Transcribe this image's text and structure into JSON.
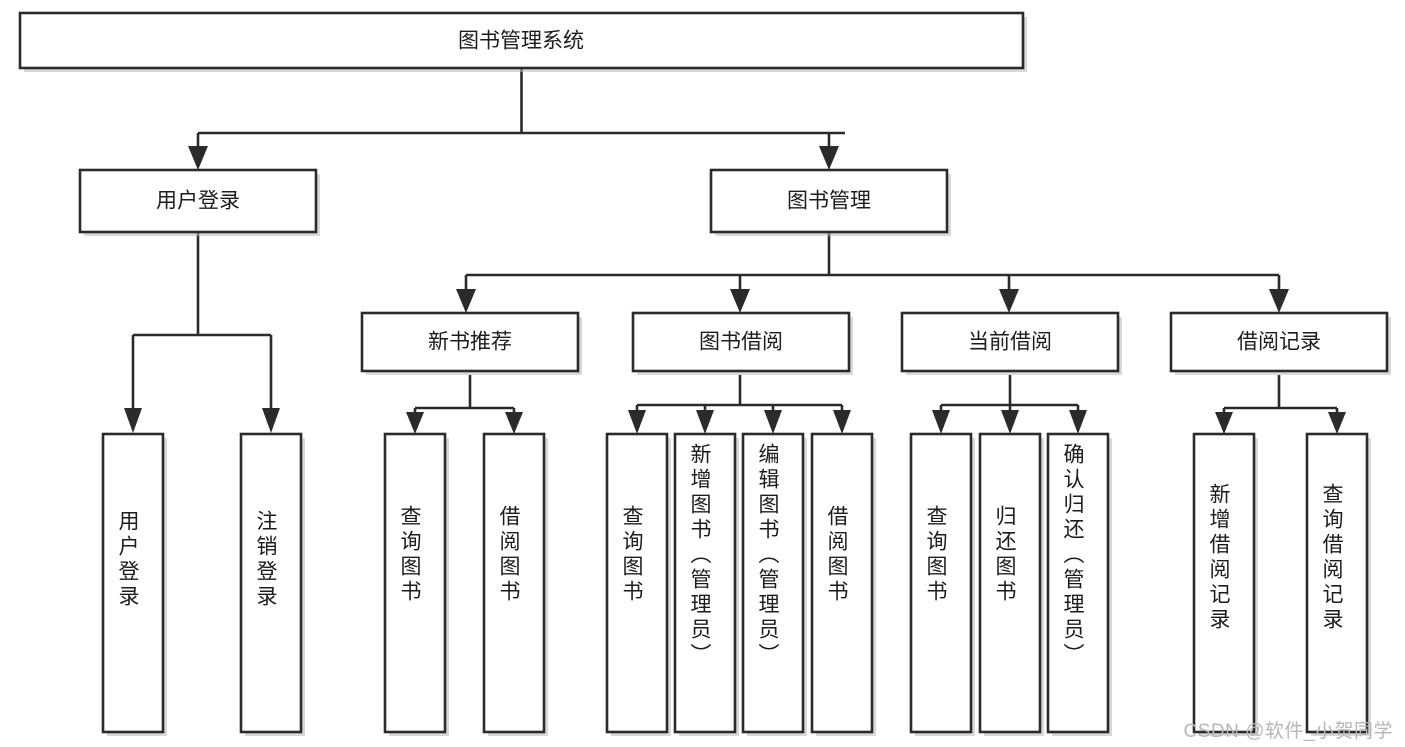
{
  "diagram": {
    "type": "tree-hierarchy",
    "title": "图书管理系统",
    "orientation": "top-down",
    "colors": {
      "stroke": "#2b2b2b",
      "box_fill": "#ffffff",
      "text": "#1c1c1c",
      "background": "#ffffff",
      "watermark": "#b6b6b6"
    },
    "root": {
      "label": "图书管理系统"
    },
    "level2": [
      {
        "label": "用户登录"
      },
      {
        "label": "图书管理"
      }
    ],
    "level3": [
      {
        "label": "新书推荐"
      },
      {
        "label": "图书借阅"
      },
      {
        "label": "当前借阅"
      },
      {
        "label": "借阅记录"
      }
    ],
    "leaves": {
      "user_login": [
        {
          "label": "用户登录"
        },
        {
          "label": "注销登录"
        }
      ],
      "new_book_recommend": [
        {
          "label": "查询图书"
        },
        {
          "label": "借阅图书"
        }
      ],
      "book_borrow": [
        {
          "label": "查询图书"
        },
        {
          "label": "新增图书（管理员）"
        },
        {
          "label": "编辑图书（管理员）"
        },
        {
          "label": "借阅图书"
        }
      ],
      "current_borrow": [
        {
          "label": "查询图书"
        },
        {
          "label": "归还图书"
        },
        {
          "label": "确认归还（管理员）"
        }
      ],
      "borrow_record": [
        {
          "label": "新增借阅记录"
        },
        {
          "label": "查询借阅记录"
        }
      ]
    }
  },
  "watermark": {
    "text": "CSDN @软件_小贺同学"
  }
}
